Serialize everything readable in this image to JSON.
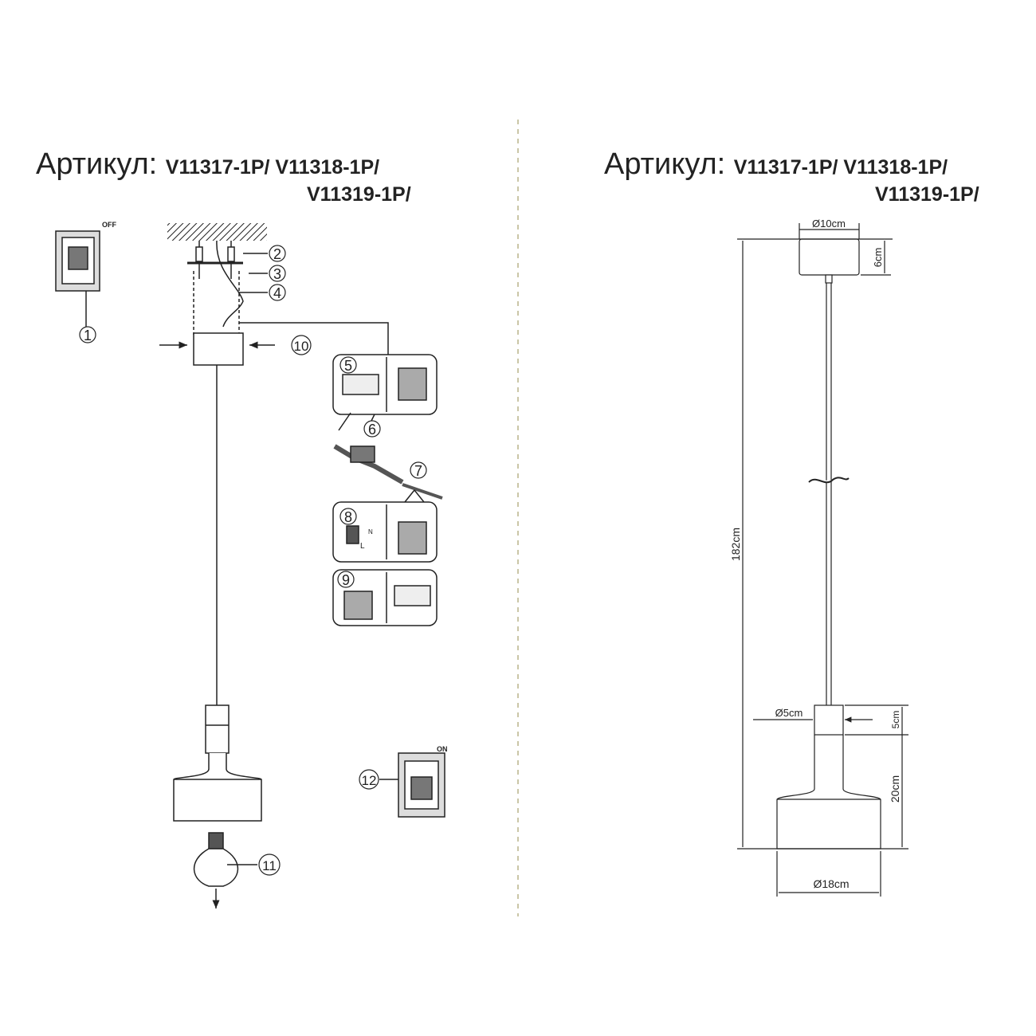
{
  "left": {
    "title": {
      "label": "Артикул:",
      "codes_line1": "V11317-1P/ V11318-1P/",
      "codes_line2": "V11319-1P/"
    },
    "switch_off_label": "OFF",
    "switch_on_label": "ON",
    "callouts": [
      "1",
      "2",
      "3",
      "4",
      "5",
      "6",
      "7",
      "8",
      "9",
      "10",
      "11",
      "12"
    ],
    "wire_labels": {
      "n": "N",
      "l": "L"
    }
  },
  "right": {
    "title": {
      "label": "Артикул:",
      "codes_line1": "V11317-1P/ V11318-1P/",
      "codes_line2": "V11319-1P/"
    },
    "dimensions": {
      "canopy_diameter": "Ø10cm",
      "canopy_height": "6cm",
      "total_height": "182cm",
      "socket_diameter": "Ø5cm",
      "socket_height": "5cm",
      "shade_height": "20cm",
      "shade_diameter": "Ø18cm"
    }
  },
  "colors": {
    "divider": "#b8b48a",
    "ink": "#222222"
  }
}
